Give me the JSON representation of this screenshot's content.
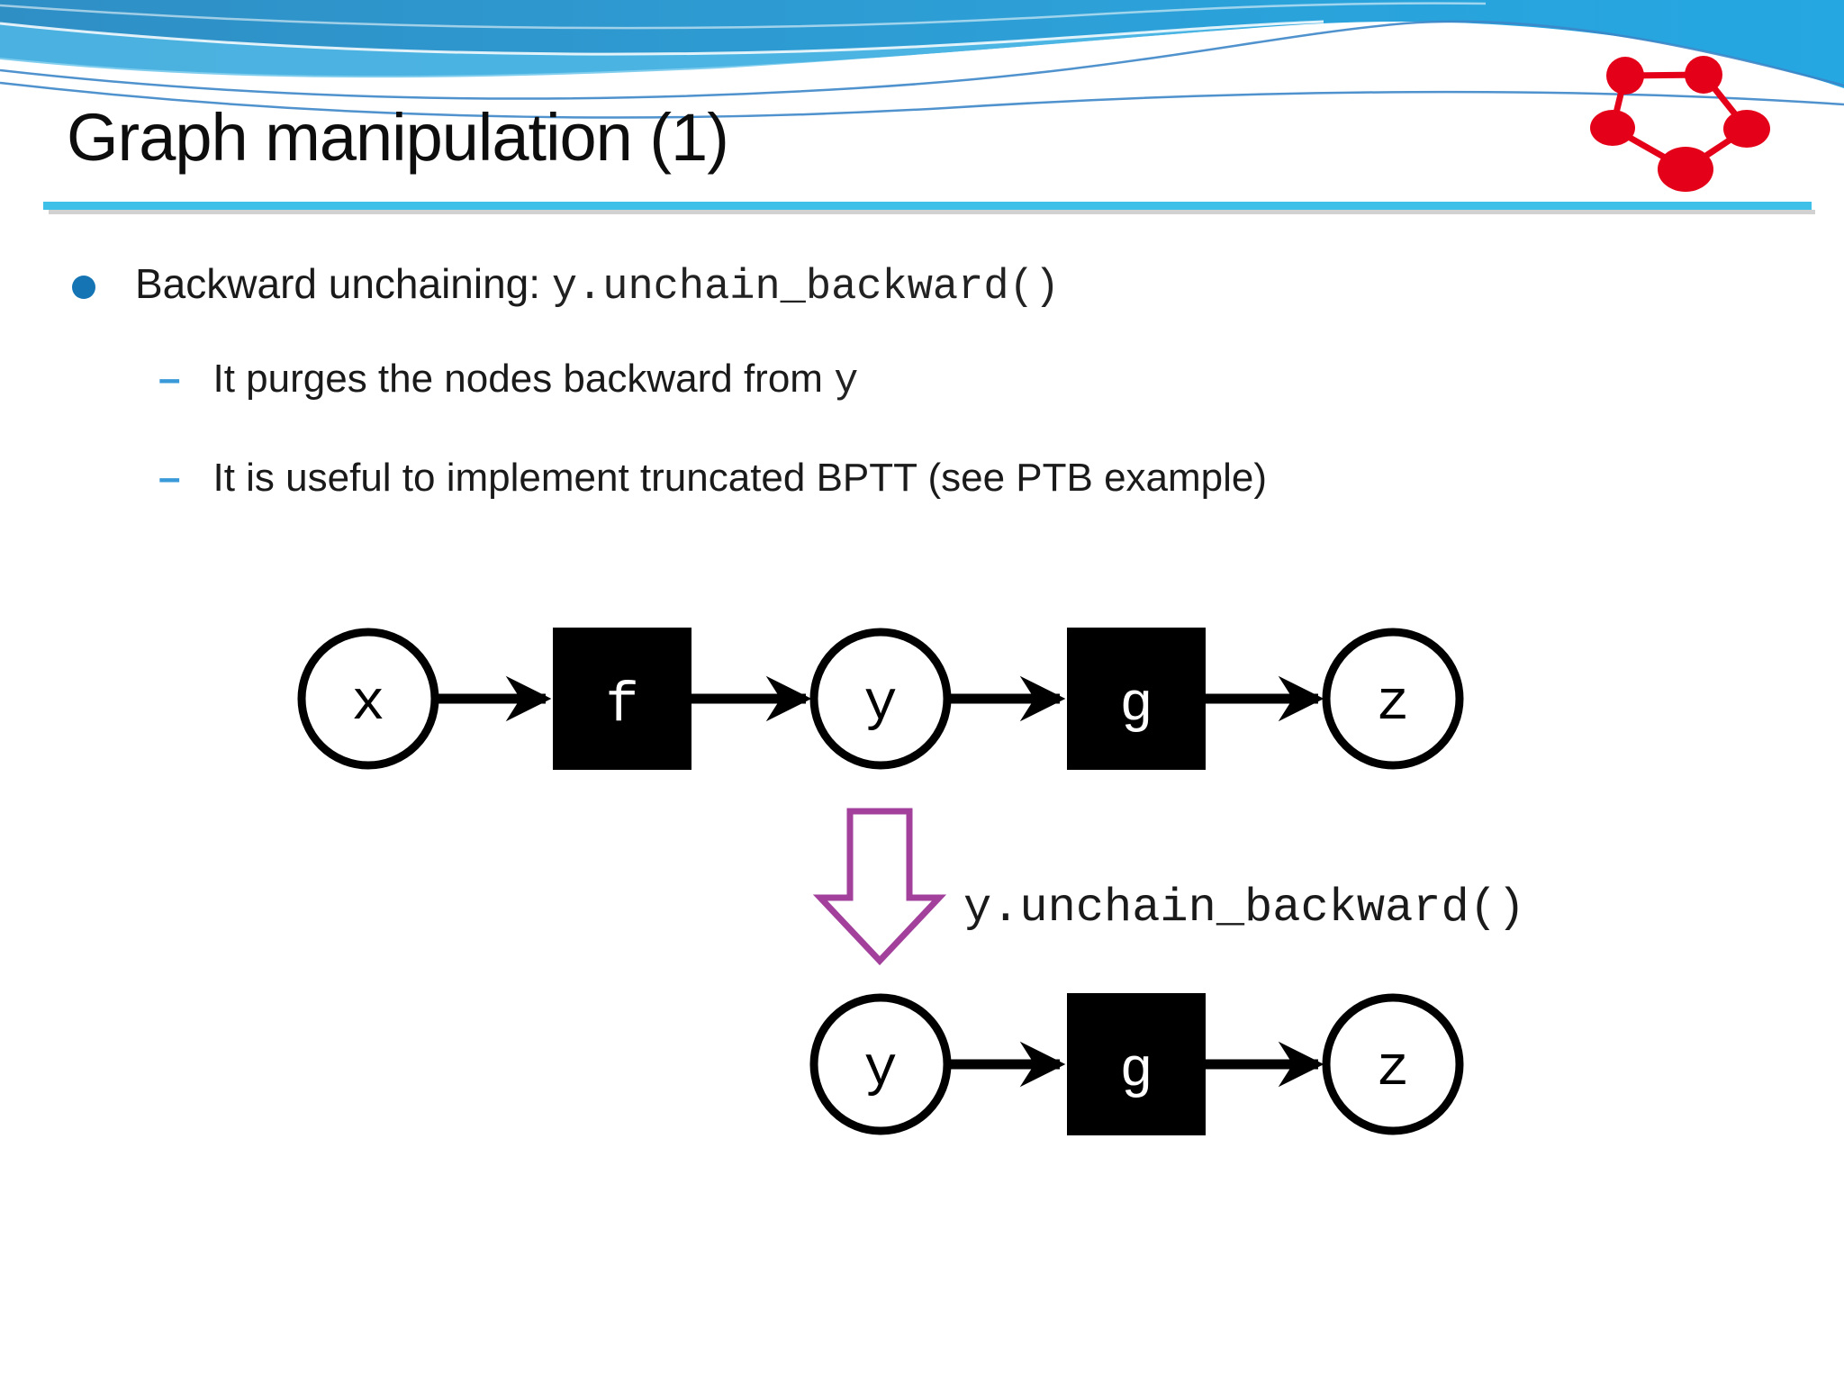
{
  "slide": {
    "title": "Graph manipulation (1)",
    "bullet": {
      "text": "Backward unchaining:",
      "code": "y.unchain_backward()"
    },
    "sub_bullets": [
      {
        "dash": "–",
        "text": "It purges the nodes backward from",
        "code": "y"
      },
      {
        "dash": "–",
        "text": "It is useful to implement truncated BPTT (see PTB example)",
        "code": ""
      }
    ]
  },
  "diagram": {
    "before": {
      "nodes": [
        {
          "id": "x",
          "type": "variable",
          "label": "x"
        },
        {
          "id": "f",
          "type": "function",
          "label": "f"
        },
        {
          "id": "y",
          "type": "variable",
          "label": "y"
        },
        {
          "id": "g",
          "type": "function",
          "label": "g"
        },
        {
          "id": "z",
          "type": "variable",
          "label": "z"
        }
      ],
      "edges": [
        "x->f",
        "f->y",
        "y->g",
        "g->z"
      ]
    },
    "operation_label": "y.unchain_backward()",
    "after": {
      "nodes": [
        {
          "id": "y",
          "type": "variable",
          "label": "y"
        },
        {
          "id": "g",
          "type": "function",
          "label": "g"
        },
        {
          "id": "z",
          "type": "variable",
          "label": "z"
        }
      ],
      "edges": [
        "y->g",
        "g->z"
      ]
    }
  },
  "icons": {
    "logo": "chainer-logo"
  },
  "colors": {
    "banner_blue_dark": "#2e8fc5",
    "banner_blue_bright": "#25a7e2",
    "banner_blue_light": "#55bce8",
    "title_rule_cyan": "#3ec0e8",
    "bullet_blue": "#1474b4",
    "sub_dash_blue": "#3a9ad9",
    "logo_red": "#e50019",
    "unchain_arrow_purple": "#a2409c",
    "node_black": "#000000",
    "node_white": "#ffffff"
  }
}
